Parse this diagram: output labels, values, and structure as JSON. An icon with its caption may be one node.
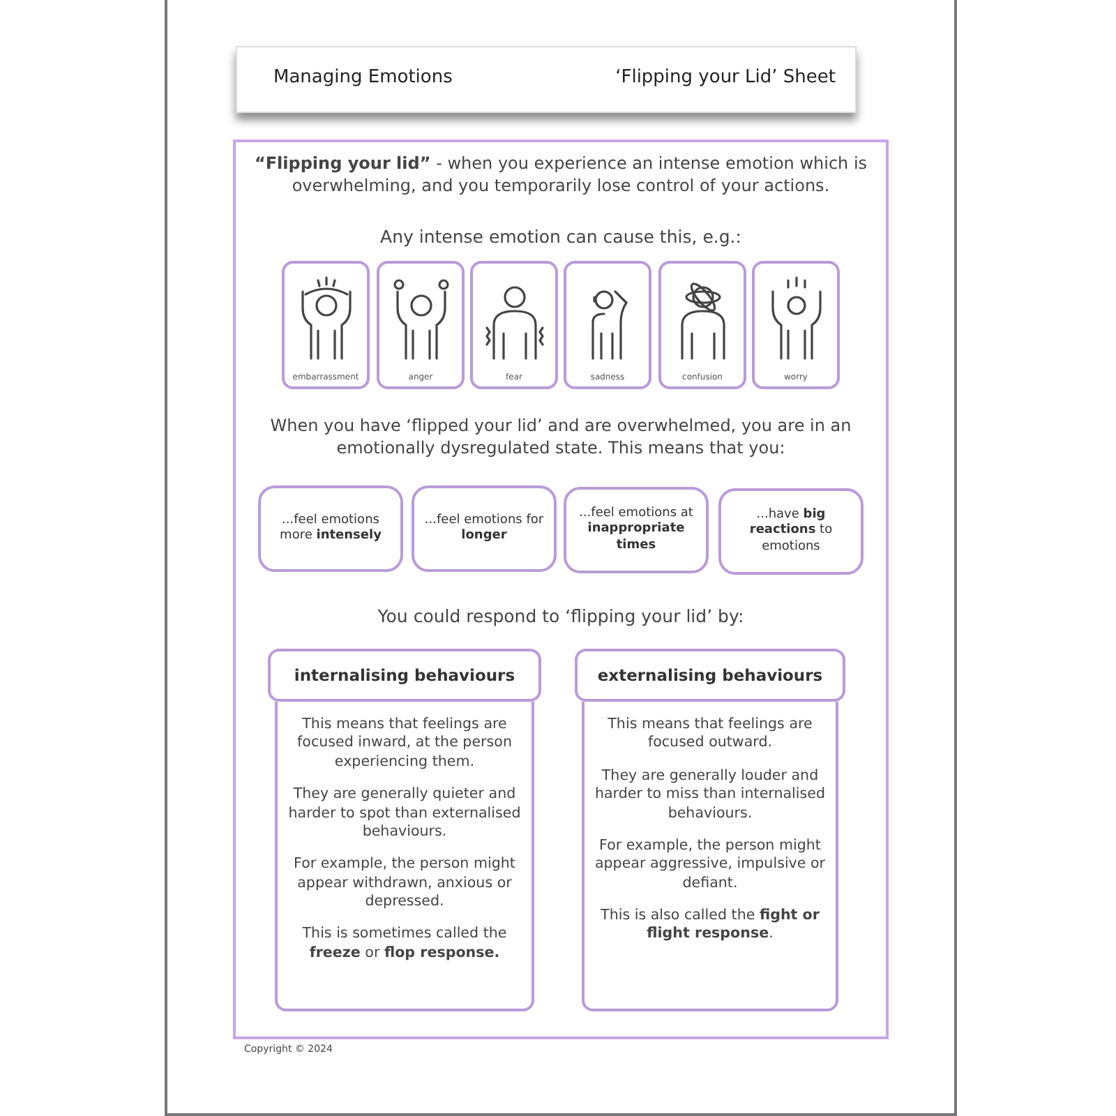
{
  "diagram": {
    "nodes": [
      {
        "text": [
          "Managing Emotions",
          "‘Flipping your Lid’ Sheet"
        ]
      },
      {
        "text": [
          "**“Flipping your lid”** - when you experience an intense emotion which is overwhelming, and you temporarily lose control of your actions.",
          "Any intense emotion can cause this, e.g.:",
          "When you have ‘flipped your lid’ and are overwhelmed, you are in an emotionally dysregulated state. This means that you:",
          "You could respond to ‘flipping your lid’ by:"
        ]
      },
      {
        "text": [
          "embarrassment"
        ],
        "in": 1
      },
      {
        "text": [
          "anger"
        ],
        "in": 1
      },
      {
        "text": [
          "fear"
        ],
        "in": 1
      },
      {
        "text": [
          "sadness"
        ],
        "in": 1
      },
      {
        "text": [
          "confusion"
        ],
        "in": 1
      },
      {
        "text": [
          "worry"
        ],
        "in": 1
      },
      {
        "text": [
          "...feel emotions more **intensely**"
        ],
        "in": 1
      },
      {
        "text": [
          "...feel emotions for **longer**"
        ],
        "in": 1
      },
      {
        "text": [
          "...feel emotions at **inappropriate times**"
        ],
        "in": 1
      },
      {
        "text": [
          "...have **big reactions** to emotions"
        ],
        "in": 1
      },
      {
        "text": [
          "internalising behaviours"
        ],
        "in": 1
      },
      {
        "text": [
          "This means that feelings are focused inward, at the person experiencing them.",
          "They are generally quieter and harder to spot than externalised behaviours.",
          "For example, the person might appear withdrawn, anxious or depressed.",
          "This is sometimes called the **freeze** or **flop response.**"
        ],
        "in": 1
      },
      {
        "text": [
          "externalising behaviours"
        ],
        "in": 1
      },
      {
        "text": [
          "This means that feelings are focused outward.",
          "They are generally louder and harder to miss than internalised behaviours.",
          "For example, the person might appear aggressive, impulsive or defiant.",
          "This is also called the **fight or flight response**."
        ],
        "in": 1
      }
    ],
    "labels": [
      "Copyright © 2024"
    ]
  }
}
